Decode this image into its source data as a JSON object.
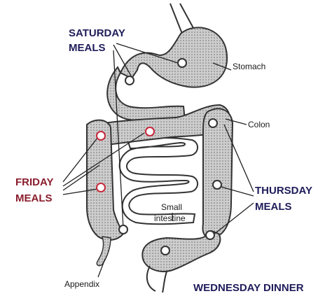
{
  "diagram": {
    "labels": {
      "saturday_line1": "SATURDAY",
      "saturday_line2": "MEALS",
      "friday_line1": "FRIDAY",
      "friday_line2": "MEALS",
      "thursday_line1": "THURSDAY",
      "thursday_line2": "MEALS",
      "wednesday": "WEDNESDAY DINNER",
      "stomach": "Stomach",
      "colon": "Colon",
      "small_intestine_line1": "Small",
      "small_intestine_line2": "intestine",
      "appendix": "Appendix"
    },
    "colors": {
      "navy": "#1f1d5a",
      "maroon": "#8a1d2c",
      "red_marker": "#c8283c",
      "organ_fill": "#cbcbcb",
      "outline": "#333333"
    }
  }
}
